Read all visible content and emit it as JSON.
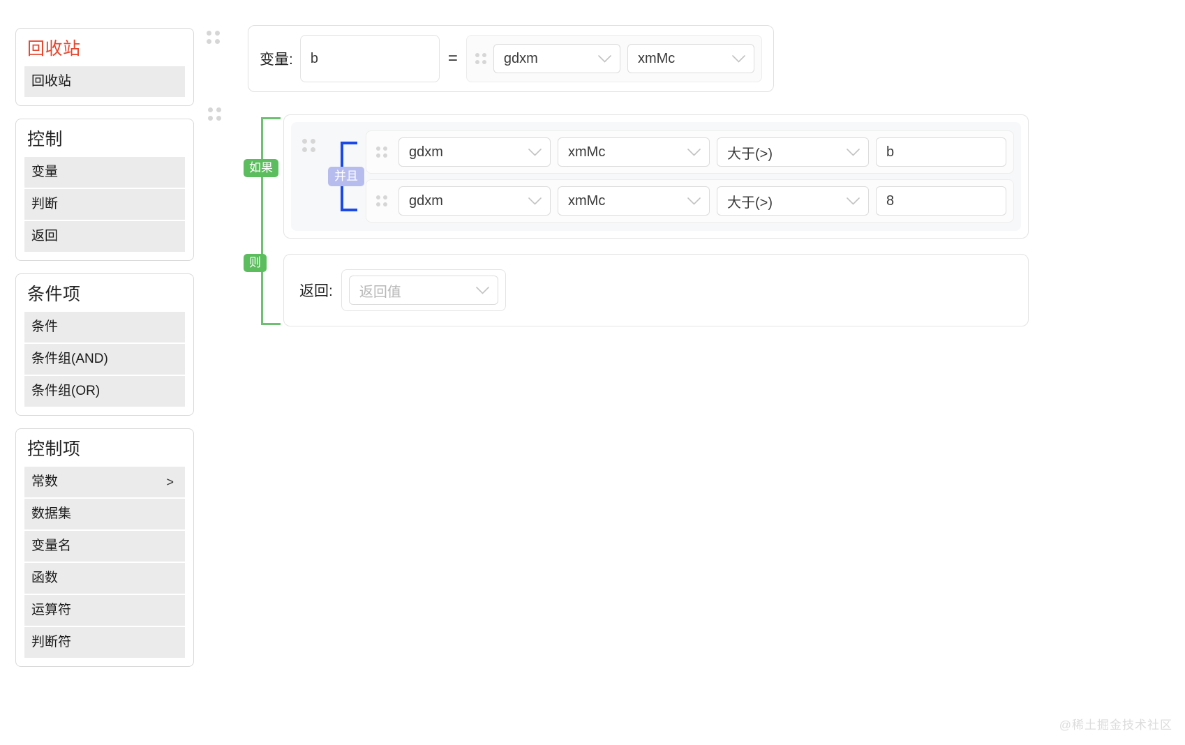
{
  "sidebar": {
    "panels": [
      {
        "title": "回收站",
        "accent": true,
        "items": [
          {
            "label": "回收站",
            "chevron": ""
          }
        ]
      },
      {
        "title": "控制",
        "accent": false,
        "items": [
          {
            "label": "变量",
            "chevron": ""
          },
          {
            "label": "判断",
            "chevron": ""
          },
          {
            "label": "返回",
            "chevron": ""
          }
        ]
      },
      {
        "title": "条件项",
        "accent": false,
        "items": [
          {
            "label": "条件",
            "chevron": ""
          },
          {
            "label": "条件组(AND)",
            "chevron": ""
          },
          {
            "label": "条件组(OR)",
            "chevron": ""
          }
        ]
      },
      {
        "title": "控制项",
        "accent": false,
        "items": [
          {
            "label": "常数",
            "chevron": ">"
          },
          {
            "label": "数据集",
            "chevron": ""
          },
          {
            "label": "变量名",
            "chevron": ""
          },
          {
            "label": "函数",
            "chevron": ""
          },
          {
            "label": "运算符",
            "chevron": ""
          },
          {
            "label": "判断符",
            "chevron": ""
          }
        ]
      }
    ]
  },
  "canvas": {
    "variable_row": {
      "label": "变量:",
      "name_value": "b",
      "equals": "=",
      "expr_dataset": "gdxm",
      "expr_field": "xmMc"
    },
    "flow": {
      "if_badge": "如果",
      "then_badge": "则",
      "and_badge": "并且",
      "conditions": [
        {
          "dataset": "gdxm",
          "field": "xmMc",
          "operator": "大于(>)",
          "value": "b"
        },
        {
          "dataset": "gdxm",
          "field": "xmMc",
          "operator": "大于(>)",
          "value": "8"
        }
      ],
      "return_row": {
        "label": "返回:",
        "placeholder": "返回值",
        "value": ""
      }
    }
  },
  "watermark": "@稀土掘金技术社区",
  "colors": {
    "accent_red": "#e8452c",
    "green_badge": "#5cbd5e",
    "green_line": "#6ec071",
    "purple_badge": "#b6bdee",
    "blue_bracket": "#1a49e8"
  }
}
